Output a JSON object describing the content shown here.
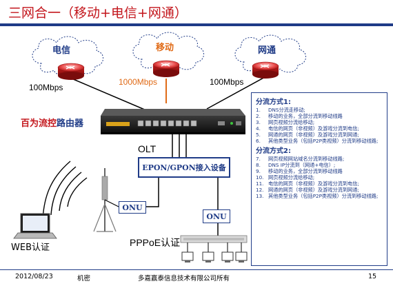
{
  "title": "三网合一（移动+电信+网通）",
  "clouds": {
    "left": "电信",
    "center": "移动",
    "right": "网通"
  },
  "speeds": {
    "left": "100Mbps",
    "center": "1000Mbps",
    "right": "100Mbps"
  },
  "router_label": {
    "part1": "百为流控",
    "part2": "路由器"
  },
  "olt_label": "OLT",
  "epon_box": "EPON/GPON接入设备",
  "onu_left": "ONU",
  "onu_right": "ONU",
  "web_label": "WEB认证",
  "pppoe_label": "PPPoE认证",
  "methods": {
    "section1_title": "分流方式1:",
    "section1_items": [
      {
        "num": "1.",
        "text": "DNS分流走移动;"
      },
      {
        "num": "2.",
        "text": "移动的业务，全部分流到移动线路"
      },
      {
        "num": "3.",
        "text": "网页视频分流给移动;"
      },
      {
        "num": "4.",
        "text": "电信的网页（非视频）及游戏分流到电信;"
      },
      {
        "num": "5.",
        "text": "网通的网页（非视频）及游戏分流到网通;"
      },
      {
        "num": "6.",
        "text": "其他类型业务（包括P2P类视频）分流到移动线路;"
      }
    ],
    "section2_title": "分流方式2:",
    "section2_items": [
      {
        "num": "7.",
        "text": "网页视频网站域名分流到移动线路;"
      },
      {
        "num": "8.",
        "text": "DNS IP分流到（网通+电信）;"
      },
      {
        "num": "9.",
        "text": "移动的业务，全部分流到移动线路"
      },
      {
        "num": "10.",
        "text": "网页视频分流给移动;"
      },
      {
        "num": "11.",
        "text": "电信的网页（非视频）及游戏分流到电信;"
      },
      {
        "num": "12.",
        "text": "网通的网页（非视频）及游戏分流到网通;"
      },
      {
        "num": "13.",
        "text": "其他类型业务（包括P2P类视频）分流到移动线路;"
      }
    ]
  },
  "footer": {
    "date": "2012/08/23",
    "confidential": "机密",
    "company": "多嘉赢泰信息技术有限公司所有",
    "page": "15"
  },
  "colors": {
    "title_red": "#c3161c",
    "rule_blue": "#1f3b87",
    "orange": "#e06a16"
  }
}
